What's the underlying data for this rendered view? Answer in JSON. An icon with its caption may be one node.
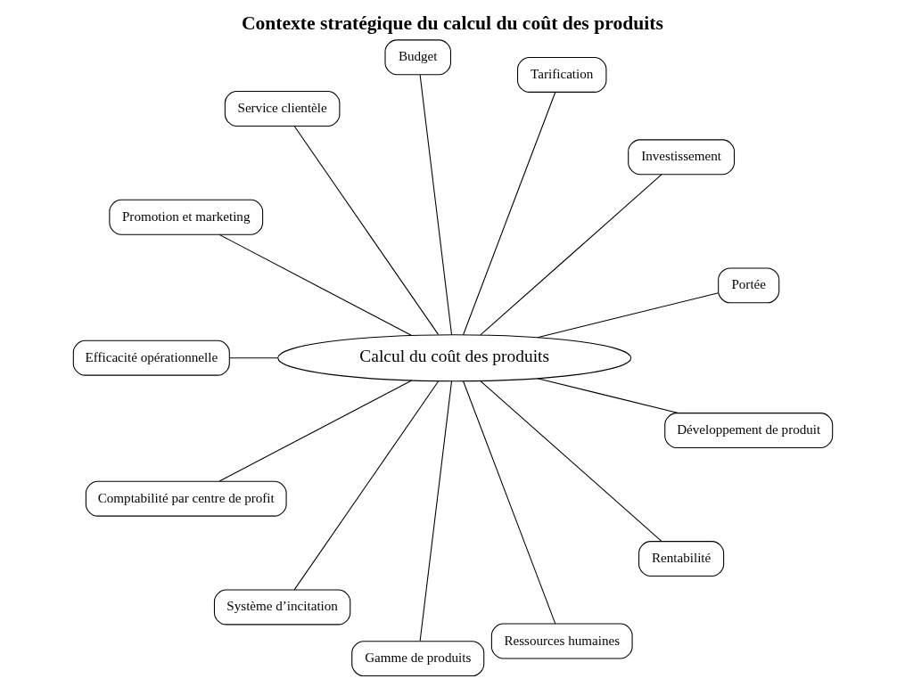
{
  "diagram": {
    "title": "Contexte stratégique du calcul du coût des produits",
    "nodes": [
      {
        "text": [
          "Portée"
        ]
      },
      {
        "text": [
          "Investissement"
        ]
      },
      {
        "text": [
          "Tarification"
        ]
      },
      {
        "text": [
          "Budget"
        ]
      },
      {
        "text": [
          "Service clientèle"
        ]
      },
      {
        "text": [
          "Promotion et marketing"
        ]
      },
      {
        "text": [
          "Efficacité opérationnelle"
        ]
      },
      {
        "text": [
          "Calcul du coût des produits"
        ]
      },
      {
        "text": [
          "Comptabilité par centre de profit"
        ]
      },
      {
        "text": [
          "Système d’incitation"
        ]
      },
      {
        "text": [
          "Gamme de produits"
        ]
      },
      {
        "text": [
          "Ressources humaines"
        ]
      },
      {
        "text": [
          "Rentabilité"
        ]
      },
      {
        "text": [
          "Développement de produit"
        ]
      }
    ],
    "edges": [
      {
        "from": 7,
        "to": 0,
        "arrow": "none"
      },
      {
        "from": 7,
        "to": 1,
        "arrow": "none"
      },
      {
        "from": 7,
        "to": 2,
        "arrow": "none"
      },
      {
        "from": 7,
        "to": 3,
        "arrow": "none"
      },
      {
        "from": 7,
        "to": 4,
        "arrow": "none"
      },
      {
        "from": 7,
        "to": 5,
        "arrow": "none"
      },
      {
        "from": 7,
        "to": 6,
        "arrow": "none"
      },
      {
        "from": 7,
        "to": 8,
        "arrow": "none"
      },
      {
        "from": 7,
        "to": 9,
        "arrow": "none"
      },
      {
        "from": 7,
        "to": 10,
        "arrow": "none"
      },
      {
        "from": 7,
        "to": 11,
        "arrow": "none"
      },
      {
        "from": 7,
        "to": 12,
        "arrow": "none"
      },
      {
        "from": 7,
        "to": 13,
        "arrow": "none"
      }
    ]
  }
}
